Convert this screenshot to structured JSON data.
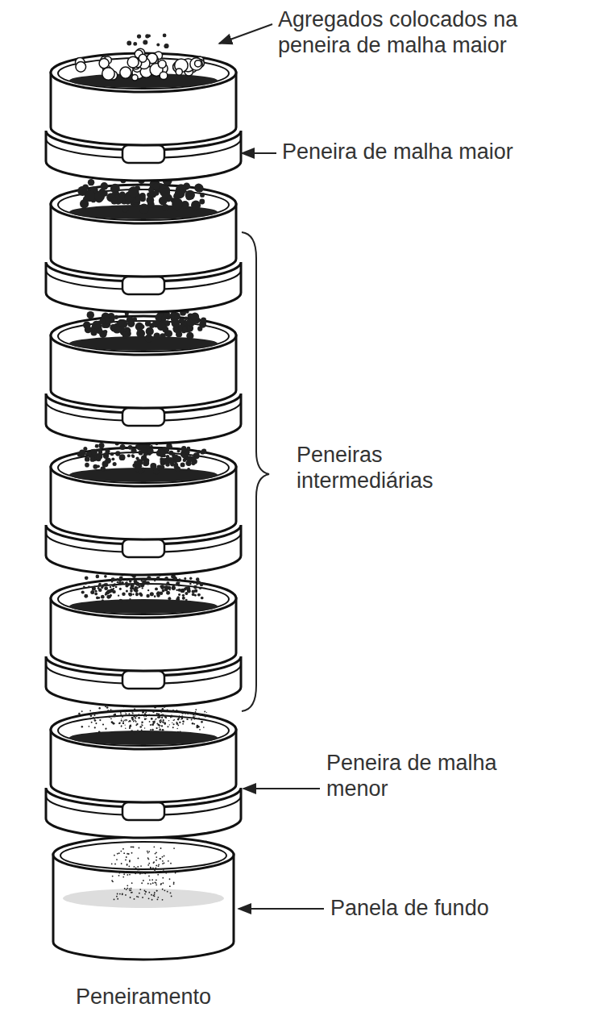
{
  "diagram": {
    "caption": "Peneiramento",
    "labels": [
      "Agregados colocados na peneira de malha maior",
      "Peneira de malha maior",
      "Peneiras intermediárias",
      "Peneira de malha menor",
      "Panela de fundo"
    ]
  }
}
